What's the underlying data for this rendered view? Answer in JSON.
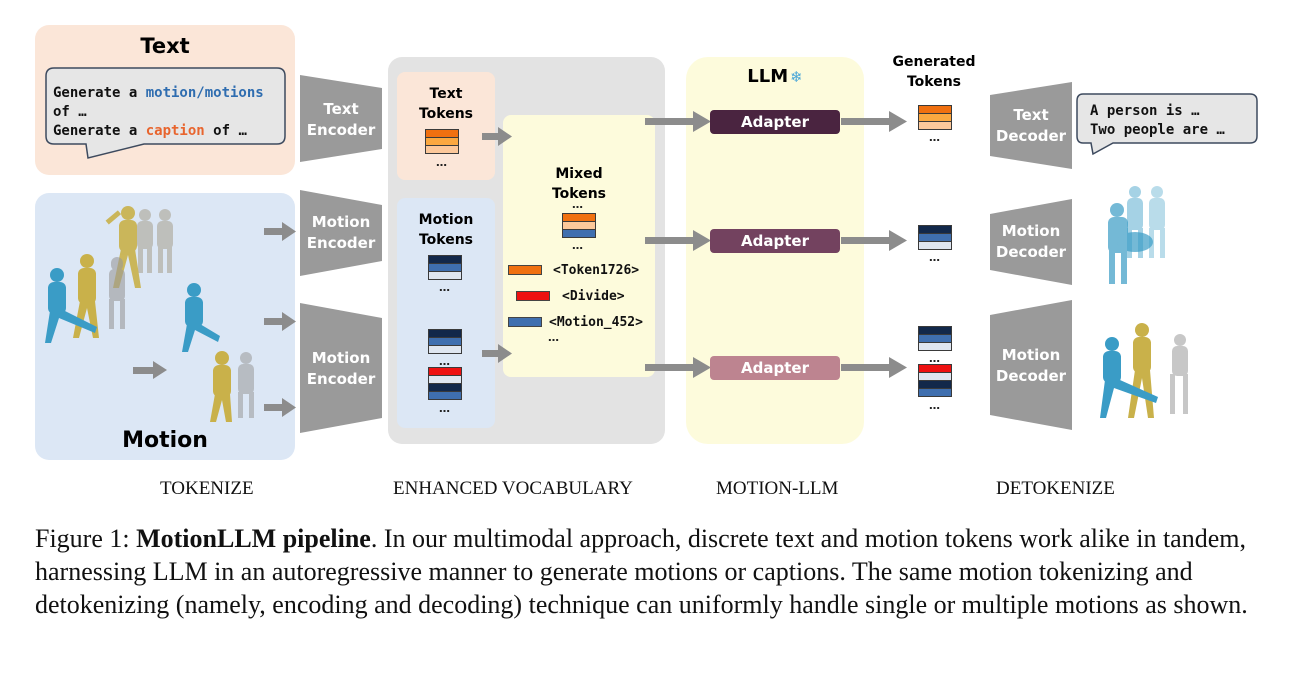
{
  "figure": {
    "text_panel": {
      "title": "Text",
      "prompt_line1_prefix": "Generate a ",
      "prompt_line1_highlight": "motion/motions",
      "prompt_line2": "of …",
      "prompt_line3_prefix": "Generate a ",
      "prompt_line3_highlight": "caption",
      "prompt_line3_suffix": " of …"
    },
    "motion_panel": {
      "title": "Motion"
    },
    "encoders": {
      "text_encoder": [
        "Text",
        "Encoder"
      ],
      "motion_encoder_1": [
        "Motion",
        "Encoder"
      ],
      "motion_encoder_2": [
        "Motion",
        "Encoder"
      ]
    },
    "vocab": {
      "text_tokens_title": [
        "Text",
        "Tokens"
      ],
      "motion_tokens_title": [
        "Motion",
        "Tokens"
      ],
      "mixed_tokens_title": [
        "Mixed",
        "Tokens"
      ],
      "ellipsis": "…",
      "legend": [
        {
          "label": "<Token1726>",
          "color": "#f07010"
        },
        {
          "label": "<Divide>",
          "color": "#ee1111"
        },
        {
          "label": "<Motion_452>",
          "color": "#3f6faf"
        }
      ]
    },
    "llm": {
      "title": "LLM",
      "frozen_icon": "❄",
      "adapters": [
        {
          "label": "Adapter",
          "color": "#4a2440"
        },
        {
          "label": "Adapter",
          "color": "#73425f"
        },
        {
          "label": "Adapter",
          "color": "#bd8490"
        }
      ]
    },
    "generated_tokens_title": [
      "Generated",
      "Tokens"
    ],
    "decoders": {
      "text_decoder": [
        "Text",
        "Decoder"
      ],
      "motion_decoder_1": [
        "Motion",
        "Decoder"
      ],
      "motion_decoder_2": [
        "Motion",
        "Decoder"
      ]
    },
    "output_caption": {
      "line1": "A person is …",
      "line2": "Two people are …"
    },
    "sections": [
      "TOKENIZE",
      "ENHANCED VOCABULARY",
      "MOTION-LLM",
      "DETOKENIZE"
    ],
    "colors": {
      "text_bg": "#fbe6d8",
      "motion_bg": "#dce7f5",
      "vocab_bg": "#e3e3e3",
      "llm_bg": "#fdfbdc",
      "encoder_gray": "#9a9a9a",
      "blue_highlight": "#2f6db0",
      "orange_highlight": "#e8652e"
    }
  },
  "caption": {
    "label": "Figure 1: ",
    "bold": "MotionLLM pipeline",
    "text": ". In our multimodal approach, discrete text and motion tokens work alike in tandem, harnessing LLM in an autoregressive manner to generate motions or captions. The same motion tokenizing and detokenizing (namely, encoding and decoding) technique can uniformly handle single or multiple motions as shown."
  }
}
